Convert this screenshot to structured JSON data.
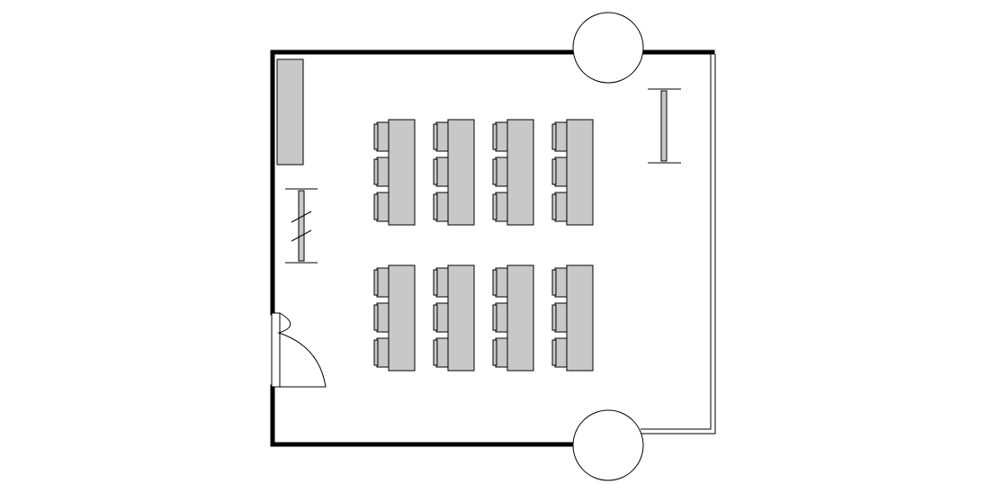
{
  "colors": {
    "wall": "#000000",
    "furniture_fill": "#c8c8c8",
    "background": "#ffffff"
  },
  "room": {
    "desk_rows": 2,
    "desk_columns": 4,
    "chairs_per_desk": 3
  }
}
